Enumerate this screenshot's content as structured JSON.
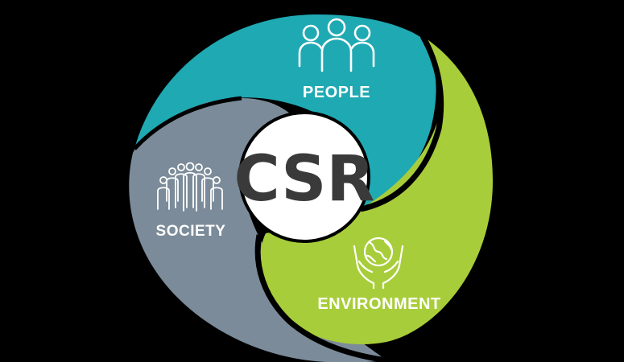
{
  "diagram": {
    "center": {
      "text": "CSR"
    },
    "segments": [
      {
        "id": "people",
        "label": "PEOPLE",
        "icon": "people-group-icon",
        "color": "#1fa9b3"
      },
      {
        "id": "society",
        "label": "SOCIETY",
        "icon": "crowd-icon",
        "color": "#7b8b99"
      },
      {
        "id": "environment",
        "label": "ENVIRONMENT",
        "icon": "globe-in-hands-icon",
        "color": "#a8cd3a"
      }
    ],
    "background": "#000000",
    "center_fill": "#ffffff"
  }
}
